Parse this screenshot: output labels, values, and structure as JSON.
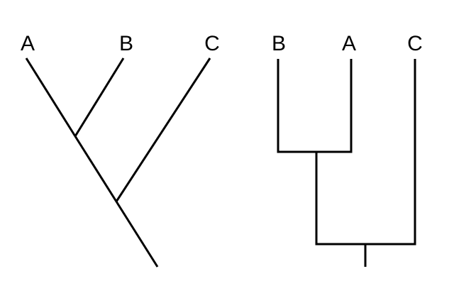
{
  "diagram": {
    "type": "phylogenetic-trees",
    "line_color": "#000000",
    "background_color": "#ffffff",
    "trees": [
      {
        "style": "diagonal",
        "tip_labels": [
          "A",
          "B",
          "C"
        ]
      },
      {
        "style": "rectangular",
        "tip_labels": [
          "B",
          "A",
          "C"
        ]
      }
    ]
  }
}
